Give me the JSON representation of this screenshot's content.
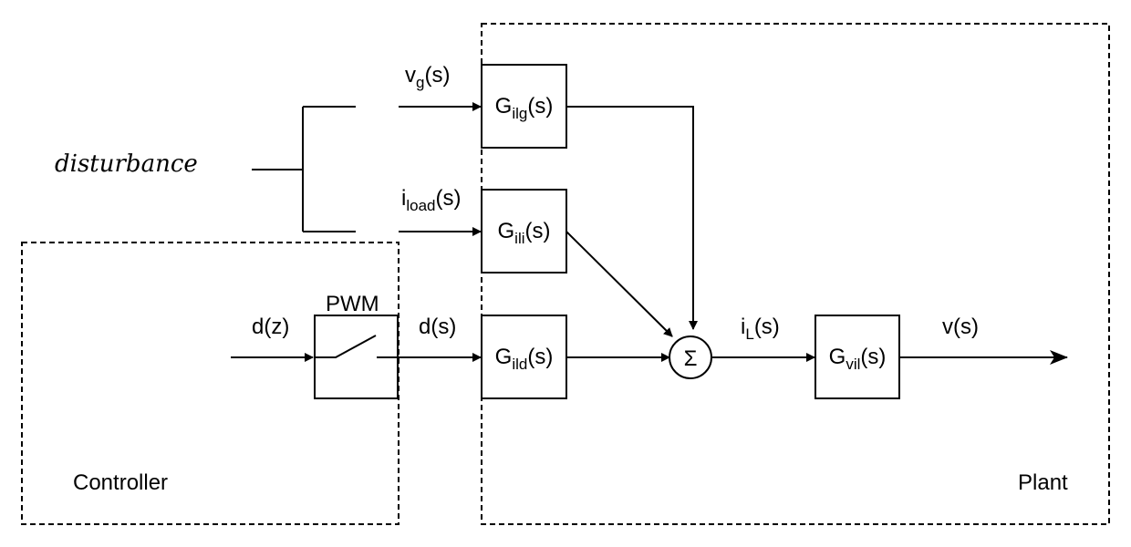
{
  "regions": {
    "controller": "Controller",
    "plant": "Plant"
  },
  "disturbance": "disturbance",
  "signals": {
    "vg": {
      "base": "v",
      "sub": "g",
      "tail": "(s)"
    },
    "iload": {
      "base": "i",
      "sub": "load",
      "tail": "(s)"
    },
    "dz": "d(z)",
    "ds": "d(s)",
    "iL": {
      "base": "i",
      "sub": "L",
      "tail": "(s)"
    },
    "vs": "v(s)"
  },
  "blocks": {
    "pwm": {
      "label": "PWM"
    },
    "gilg": {
      "base": "G",
      "sub": "ilg",
      "tail": "(s)"
    },
    "gili": {
      "base": "G",
      "sub": "ili",
      "tail": "(s)"
    },
    "gild": {
      "base": "G",
      "sub": "ild",
      "tail": "(s)"
    },
    "gvil": {
      "base": "G",
      "sub": "vil",
      "tail": "(s)"
    },
    "sum": {
      "symbol": "Σ"
    }
  }
}
